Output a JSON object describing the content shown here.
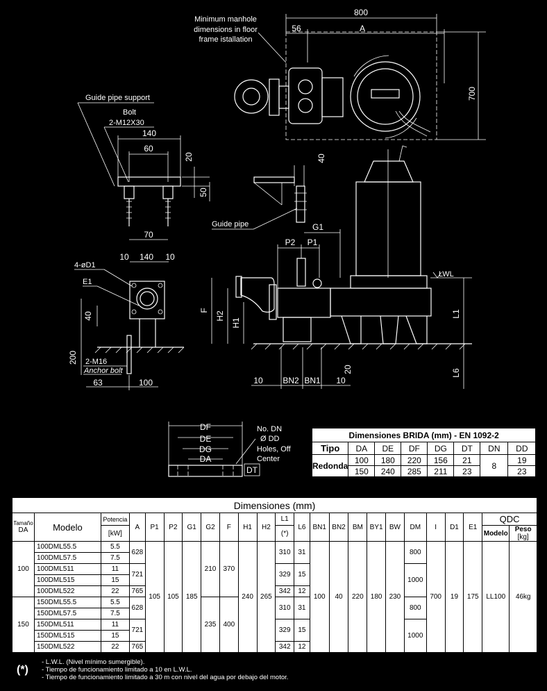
{
  "drawing": {
    "top": {
      "w800": "800",
      "w56": "56",
      "wA": "A",
      "h700": "700",
      "manhole_note": [
        "Minimum manhole",
        "dimensions in floor",
        "frame istallation"
      ]
    },
    "guide_support": {
      "title": "Guide pipe support",
      "bolt": "Bolt",
      "bolt_spec": "2-M12X30",
      "d140": "140",
      "d60": "60",
      "d20": "20",
      "d50": "50",
      "d70": "70"
    },
    "guide_pipe": {
      "label": "Guide pipe",
      "d40": "40"
    },
    "flange_base": {
      "holes": "4-øD1",
      "e1": "E1",
      "d10a": "10",
      "d140": "140",
      "d10b": "10",
      "d40": "40",
      "d200": "200",
      "anchor": "2-M16",
      "anchor_bolt": "Anchor bolt",
      "d63": "63",
      "d100": "100"
    },
    "side": {
      "G1": "G1",
      "P2": "P2",
      "P1": "P1",
      "LWL": "LWL",
      "F": "F",
      "H2": "H2",
      "H1": "H1",
      "L1": "L1",
      "L6": "L6",
      "d20": "20",
      "d10a": "10",
      "BN2": "BN2",
      "BN1": "BN1",
      "d10b": "10"
    },
    "flange": {
      "DF": "DF",
      "DE": "DE",
      "DG": "DG",
      "DA": "DA",
      "noDN": "No. DN",
      "DD": "Ø DD",
      "holes": [
        "Holes, Off",
        "Center"
      ],
      "DT": "DT"
    }
  },
  "brida_table": {
    "title": "Dimensiones BRIDA (mm) - EN 1092-2",
    "headers": [
      "Tipo",
      "DA",
      "DE",
      "DF",
      "DG",
      "DT",
      "DN",
      "DD"
    ],
    "tipo": "Redonda",
    "rows": [
      [
        "100",
        "180",
        "220",
        "156",
        "21",
        "19"
      ],
      [
        "150",
        "240",
        "285",
        "211",
        "23",
        "23"
      ]
    ],
    "dn": "8"
  },
  "dim_table": {
    "title": "Dimensiones (mm)",
    "h": {
      "tamano": "Tamaño",
      "da": "DA",
      "modelo": "Modelo",
      "potencia": "Potencia",
      "kw": "[kW]",
      "A": "A",
      "P1": "P1",
      "P2": "P2",
      "G1": "G1",
      "G2": "G2",
      "F": "F",
      "H1": "H1",
      "H2": "H2",
      "L1": "L1",
      "star": "(*)",
      "L6": "L6",
      "BN1": "BN1",
      "BN2": "BN2",
      "BM": "BM",
      "BY1": "BY1",
      "BW": "BW",
      "DM": "DM",
      "I": "I",
      "D1": "D1",
      "E1": "E1",
      "QDC": "QDC",
      "qmodelo": "Modelo",
      "peso": "Peso",
      "kg": "[kg]"
    },
    "g100": {
      "da": "100",
      "models": [
        "100DML55.5",
        "100DML57.5",
        "100DML511",
        "100DML515",
        "100DML522"
      ],
      "power": [
        "5.5",
        "7.5",
        "11",
        "15",
        "22"
      ],
      "A": [
        "628",
        "721",
        "765"
      ],
      "G2": "210",
      "F": "370",
      "L1": [
        "310",
        "329",
        "342"
      ],
      "L6": [
        "31",
        "15",
        "12"
      ],
      "DM": [
        "800",
        "1000"
      ]
    },
    "g150": {
      "da": "150",
      "models": [
        "150DML55.5",
        "150DML57.5",
        "150DML511",
        "150DML515",
        "150DML522"
      ],
      "power": [
        "5.5",
        "7.5",
        "11",
        "15",
        "22"
      ],
      "A": [
        "628",
        "721",
        "765"
      ],
      "G2": "235",
      "F": "400",
      "L1": [
        "310",
        "329",
        "342"
      ],
      "L6": [
        "31",
        "15",
        "12"
      ],
      "DM": [
        "800",
        "1000"
      ]
    },
    "common": {
      "P1": "105",
      "P2": "105",
      "G1": "185",
      "H1": "240",
      "H2": "265",
      "BN1": "100",
      "BN2": "40",
      "BM": "220",
      "BY1": "180",
      "BW": "230",
      "I": "700",
      "D1": "19",
      "E1": "175",
      "qdc_modelo": "LL100",
      "peso": "46kg"
    }
  },
  "notes": {
    "star": "(*)",
    "lines": [
      "- L.W.L. (Nivel mínimo sumergible).",
      "- Tiempo de funcionamiento limitado a 10 en L.W.L.",
      "- Tiempo de funcionamiento limitado a 30 m con nivel del agua por debajo del motor."
    ]
  }
}
